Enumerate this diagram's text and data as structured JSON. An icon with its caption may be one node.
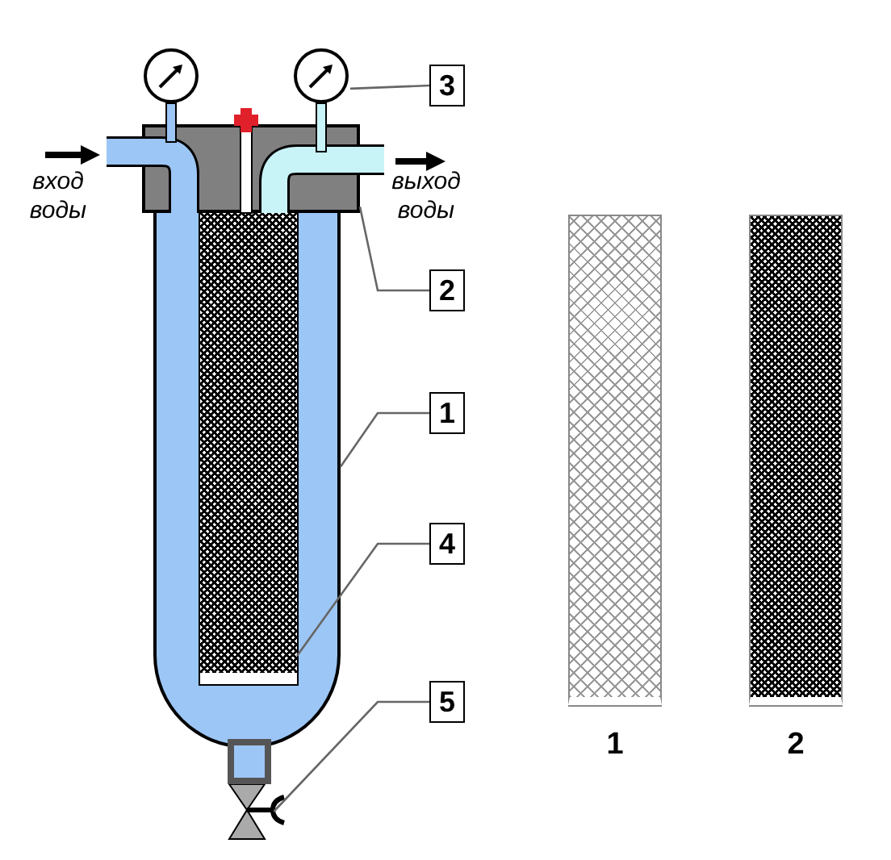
{
  "diagram": {
    "nodes": [
      {
        "text": [
          "3"
        ]
      },
      {
        "text": [
          "2"
        ]
      },
      {
        "text": [
          "1"
        ]
      },
      {
        "text": [
          "4"
        ]
      },
      {
        "text": [
          "5"
        ]
      },
      {
        "text": [],
        "shape": "circle"
      },
      {
        "text": [],
        "shape": "box"
      },
      {
        "text": [],
        "shape": "cylinder"
      },
      {
        "text": [],
        "shape": "bar",
        "in": 7
      },
      {
        "text": [],
        "shape": "valve"
      },
      {
        "text": [
          "1"
        ]
      },
      {
        "text": [
          "2"
        ]
      }
    ],
    "edges": [
      {
        "from": 0,
        "to": 5,
        "arrow": "none"
      },
      {
        "from": 1,
        "to": 6,
        "arrow": "none"
      },
      {
        "from": 2,
        "to": 7,
        "arrow": "none"
      },
      {
        "from": 3,
        "to": 8,
        "arrow": "none"
      },
      {
        "from": 4,
        "to": 9,
        "arrow": "none"
      }
    ],
    "labels": [
      "вход воды",
      "выход воды"
    ]
  }
}
